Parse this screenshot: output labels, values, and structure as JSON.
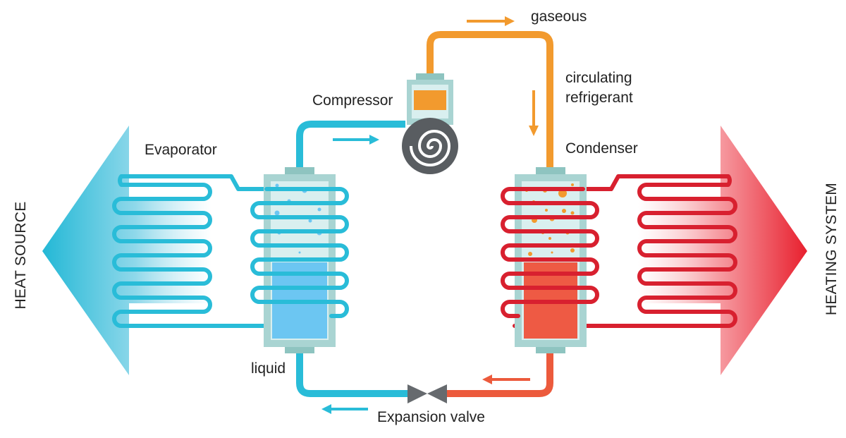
{
  "labels": {
    "evaporator": "Evaporator",
    "compressor": "Compressor",
    "gaseous": "gaseous",
    "circulating_line1": "circulating",
    "circulating_line2": "refrigerant",
    "condenser": "Condenser",
    "liquid": "liquid",
    "expansion_valve": "Expansion valve",
    "heat_source": "HEAT SOURCE",
    "heating_system": "HEATING SYSTEM"
  },
  "colors": {
    "cold": "#29bcd8",
    "hot": "#d8202f",
    "gas": "#f29a2e",
    "warm_return": "#ec5a3c",
    "tank": "#c9e6e6",
    "tank_border": "#a9d4d2",
    "cold_liquid": "#6cc6f2",
    "hot_liquid": "#ee5a44",
    "valve": "#666a6e"
  }
}
